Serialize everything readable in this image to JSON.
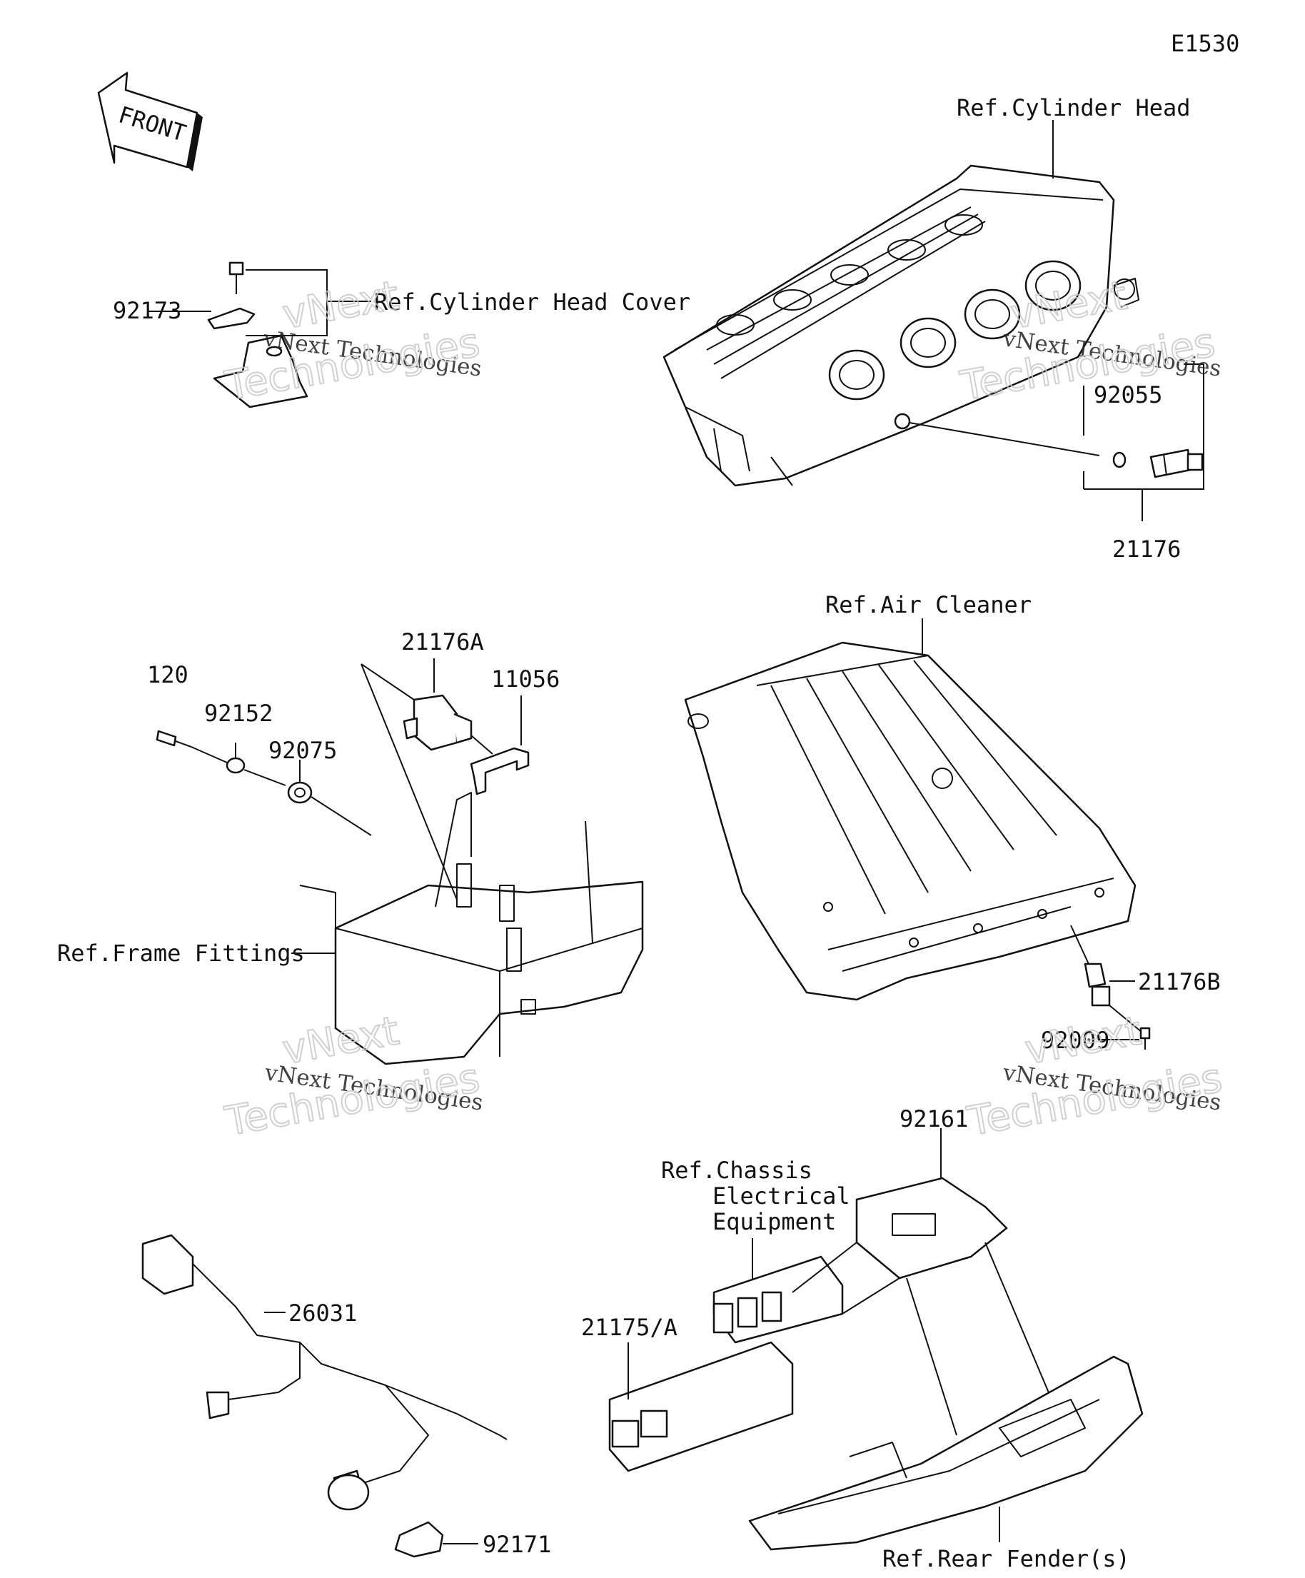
{
  "diagram_id": "E1530",
  "front_arrow": "FRONT",
  "labels": {
    "ref_cyl_head": "Ref.Cylinder Head",
    "ref_cyl_head_cover": "Ref.Cylinder Head Cover",
    "p92173": "92173",
    "p92055": "92055",
    "p21176": "21176",
    "ref_air_cleaner": "Ref.Air Cleaner",
    "p21176A": "21176A",
    "p11056": "11056",
    "p120": "120",
    "p92152": "92152",
    "p92075": "92075",
    "ref_frame_fittings": "Ref.Frame Fittings",
    "p21176B": "21176B",
    "p92009": "92009",
    "p92161": "92161",
    "ref_chassis_1": "Ref.Chassis",
    "ref_chassis_2": "Electrical",
    "ref_chassis_3": "Equipment",
    "p26031": "26031",
    "p21175A": "21175/A",
    "p92171": "92171",
    "ref_rear_fender": "Ref.Rear Fender(s)"
  },
  "watermark": {
    "line1": "vNext",
    "line2": "vNext Technologies",
    "line3": "Technologies"
  }
}
